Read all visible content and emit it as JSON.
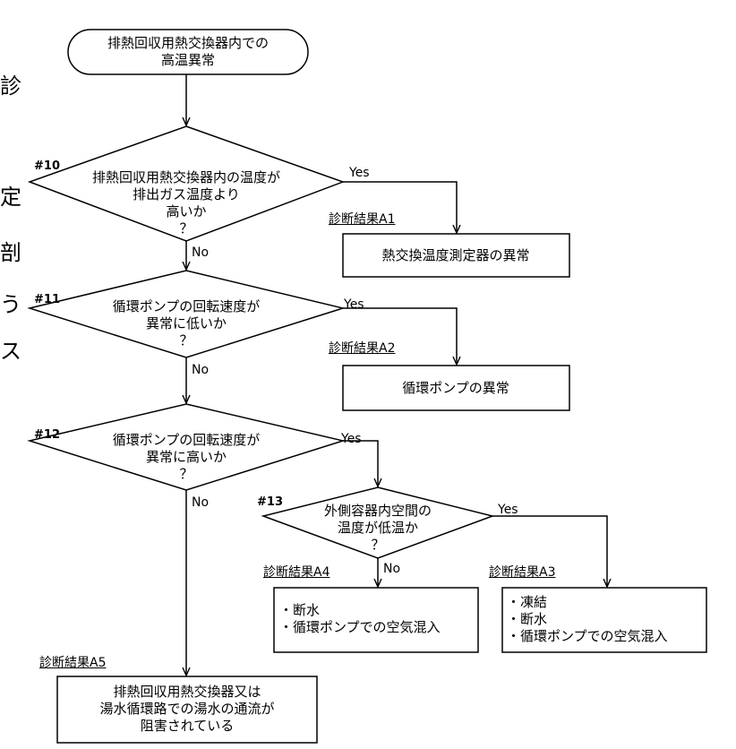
{
  "side_text": [
    "診",
    "定",
    "剖",
    "う",
    "ス"
  ],
  "start": {
    "line1": "排熱回収用熱交換器内での",
    "line2": "高温異常"
  },
  "d10": {
    "num": "#10",
    "line1": "排熱回収用熱交換器内の温度が",
    "line2": "排出ガス温度より",
    "line3": "高いか",
    "q": "？"
  },
  "d11": {
    "num": "#11",
    "line1": "循環ポンプの回転速度が",
    "line2": "異常に低いか",
    "q": "？"
  },
  "d12": {
    "num": "#12",
    "line1": "循環ポンプの回転速度が",
    "line2": "異常に高いか",
    "q": "？"
  },
  "d13": {
    "num": "#13",
    "line1": "外側容器内空間の",
    "line2": "温度が低温か",
    "q": "？"
  },
  "yes": "Yes",
  "no": "No",
  "results": {
    "a1": {
      "label": "診断結果A1",
      "text": "熱交換温度測定器の異常"
    },
    "a2": {
      "label": "診断結果A2",
      "text": "循環ポンプの異常"
    },
    "a3": {
      "label": "診断結果A3",
      "line1": "・凍結",
      "line2": "・断水",
      "line3": "・循環ポンプでの空気混入"
    },
    "a4": {
      "label": "診断結果A4",
      "line1": "・断水",
      "line2": "・循環ポンプでの空気混入"
    },
    "a5": {
      "label": "診断結果A5",
      "line1": "排熱回収用熱交換器又は",
      "line2": "湯水循環路での湯水の通流が",
      "line3": "阻害されている"
    }
  }
}
